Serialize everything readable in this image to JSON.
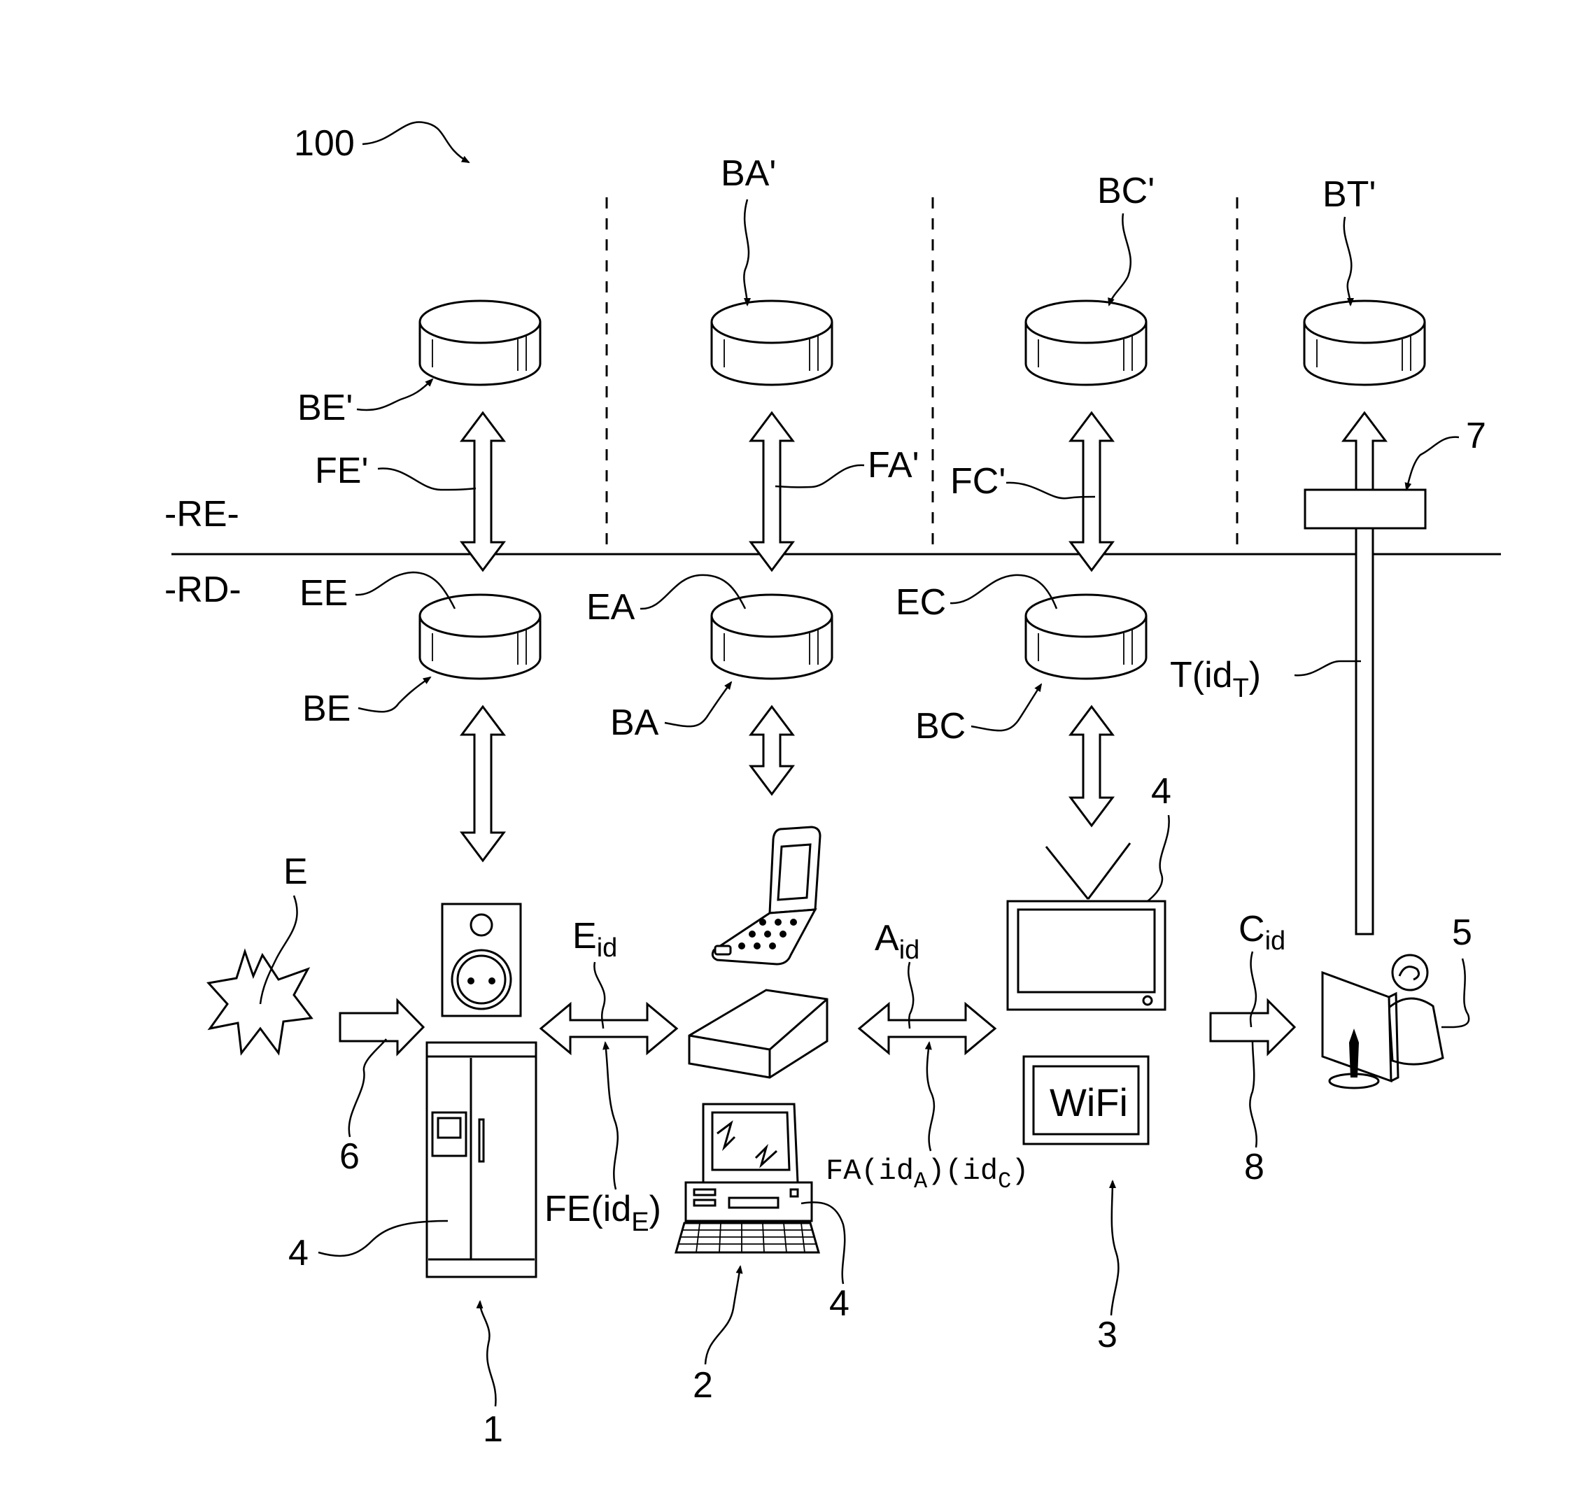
{
  "figure": {
    "ref_system": "100",
    "zones": {
      "upper": "-RE-",
      "lower": "-RD-"
    },
    "remote_databases": {
      "be": "BE'",
      "ba": "BA'",
      "bc": "BC'",
      "bt": "BT'"
    },
    "remote_flows": {
      "fe": "FE'",
      "fa": "FA'",
      "fc": "FC'"
    },
    "local_databases": {
      "be": "BE",
      "ba": "BA",
      "bc": "BC"
    },
    "local_entries": {
      "ee": "EE",
      "ea": "EA",
      "ec": "EC"
    },
    "trace": {
      "main": "T(id",
      "subscript": "T",
      "close": ")"
    },
    "filter_ref": "7",
    "event": "E",
    "flows": {
      "e_id": {
        "main": "E",
        "subscript": "id"
      },
      "a_id": {
        "main": "A",
        "subscript": "id"
      },
      "c_id": {
        "main": "C",
        "subscript": "id"
      },
      "fe_id": {
        "main": "FE(id",
        "subscript": "E",
        "close": ")"
      },
      "fa_id": {
        "p1": "FA(id",
        "s1": "A",
        "p2": ")(id",
        "s2": "C",
        "p3": ")"
      }
    },
    "wifi_label": "WiFi",
    "refs": {
      "r1": "1",
      "r2": "2",
      "r3": "3",
      "r4_fridge": "4",
      "r4_pc": "4",
      "r4_tv": "4",
      "r5": "5",
      "r6": "6",
      "r8": "8"
    }
  }
}
